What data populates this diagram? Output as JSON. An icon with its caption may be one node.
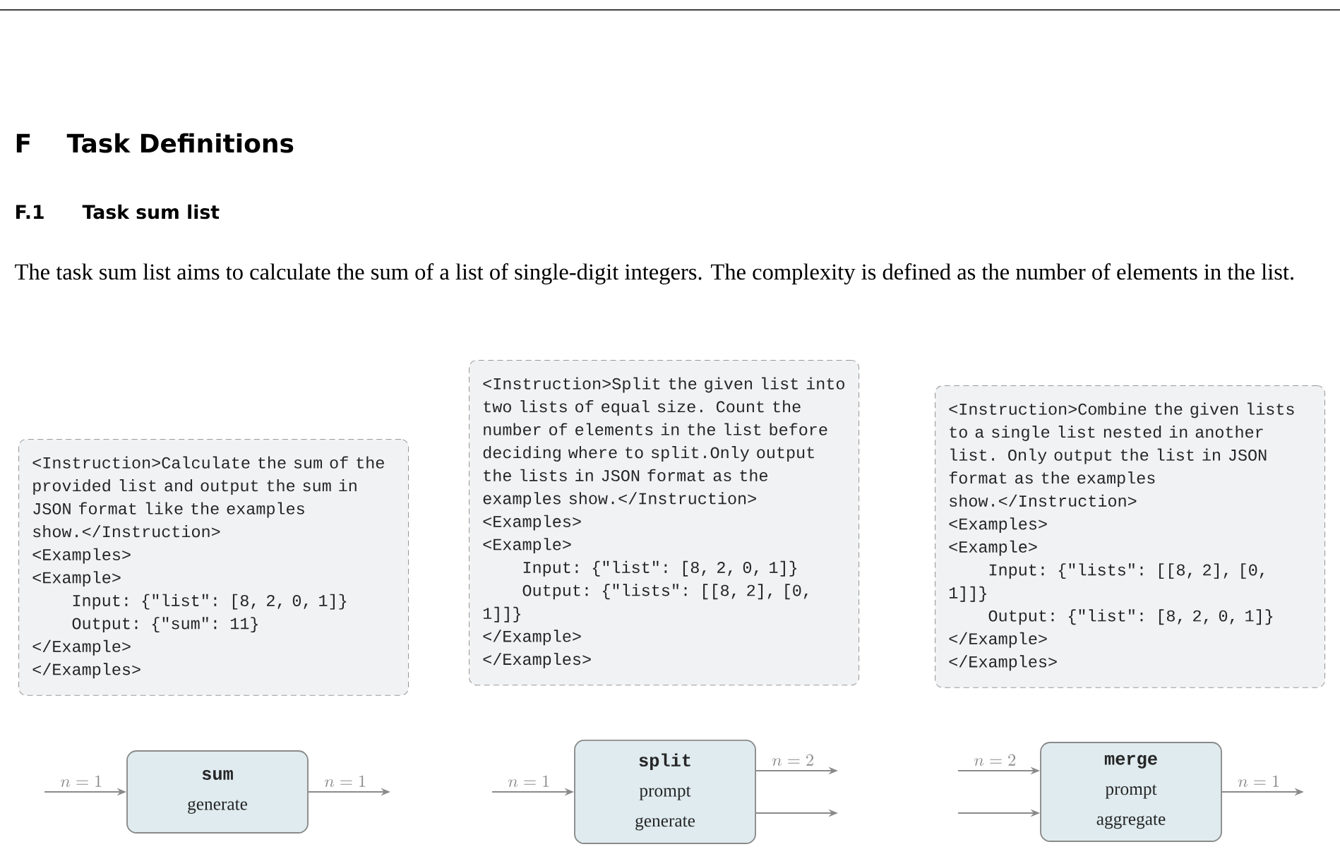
{
  "diagram": {
    "title": "Task Definitions",
    "labels": [
      "F",
      "F.1",
      "Task sum list",
      "The task sum list aims to calculate the sum of a list of single-digit integers. The complexity is defined as the number of elements in the list."
    ],
    "nodes": [
      {
        "text": [
          "<Instruction>Calculate the sum of the provided list and output the sum in JSON format like the examples show.</Instruction>",
          "<Examples>",
          "<Example>",
          "Input: {\"list\": [8, 2, 0, 1]}",
          "Output: {\"sum\": 11}",
          "</Example>",
          "</Examples>"
        ]
      },
      {
        "text": [
          "<Instruction>Split the given list into two lists of equal size. Count the number of elements in the list before deciding where to split.Only output the lists in JSON format as the examples show.</Instruction>",
          "<Examples>",
          "<Example>",
          "Input: {\"list\": [8, 2, 0, 1]}",
          "Output: {\"lists\": [[8, 2], [0, 1]]}",
          "</Example>",
          "</Examples>"
        ]
      },
      {
        "text": [
          "<Instruction>Combine the given lists to a single list nested in another list. Only output the list in JSON format as the examples show.</Instruction>",
          "<Examples>",
          "<Example>",
          "Input: {\"lists\": [[8, 2], [0, 1]]}",
          "Output: {\"list\": [8, 2, 0, 1]}",
          "</Example>",
          "</Examples>"
        ]
      },
      {
        "text": [
          "sum",
          "generate"
        ]
      },
      {
        "text": [
          "split",
          "prompt",
          "generate"
        ]
      },
      {
        "text": [
          "merge",
          "prompt",
          "aggregate"
        ]
      }
    ],
    "edges": [
      {
        "from": null,
        "to": 3,
        "arrow": "to",
        "label": "n=1"
      },
      {
        "from": 3,
        "to": null,
        "arrow": "to",
        "label": "n=1"
      },
      {
        "from": null,
        "to": 4,
        "arrow": "to",
        "label": "n=1"
      },
      {
        "from": 4,
        "to": null,
        "arrow": "to",
        "label": "n=2"
      },
      {
        "from": 4,
        "to": null,
        "arrow": "to"
      },
      {
        "from": null,
        "to": 5,
        "arrow": "to",
        "label": "n=2"
      },
      {
        "from": null,
        "to": 5,
        "arrow": "to"
      },
      {
        "from": 5,
        "to": null,
        "arrow": "to",
        "label": "n=1"
      }
    ]
  }
}
